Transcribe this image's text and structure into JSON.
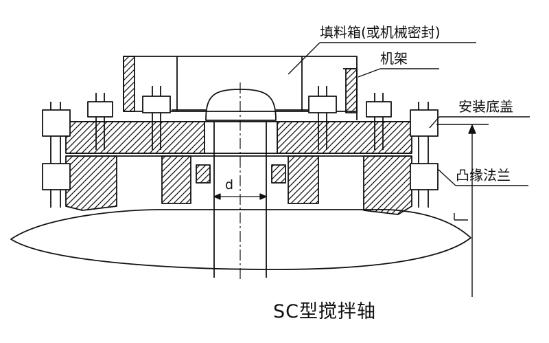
{
  "title": "SC型搅拌轴",
  "labels": {
    "packing_box": "填料箱(或机械密封)",
    "frame": "机架",
    "bottom_cover": "安装底盖",
    "convex_flange": "凸缘法兰"
  },
  "dimension": "d",
  "colors": {
    "line": "#111111",
    "background": "#ffffff"
  }
}
